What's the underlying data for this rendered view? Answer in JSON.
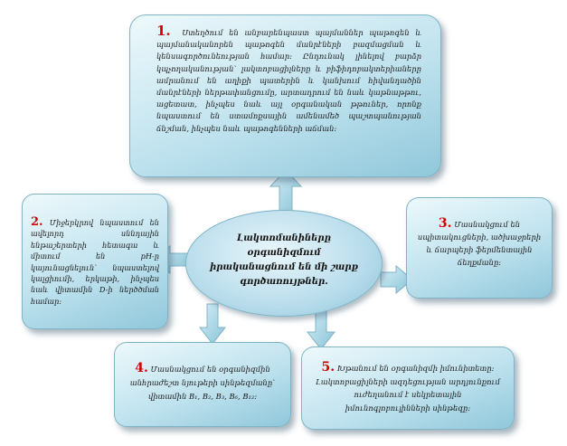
{
  "center": {
    "text": "Լակտոմանիները օրգանիզմում իրականացնում են մի շարք գործառույթներ."
  },
  "boxes": [
    {
      "num": "1.",
      "text": "Ստեղծում են անբարենպաստ պայմաններ պաթոգեն և պայմանականորեն պաթոգեն մանրէների բազմացման և կենսագործունեության համար: Ընդունակ լինելով բարձր կպչողականության՝ լակտոբացիլները և բիֆիդոբակտերիաները ամրանում են աղիքի պատերին և կանխում հիվանդածին մանրէների ներթափանցումը, արտադրում են նաև կաթնաթթու, ացետատ, ինչպես նաև այլ օրգանական թթուներ, որոնք նպաստում են ստամոքսային ամենամեծ պաշտպանության ճնշման, ինչպես նաև պաթոգենների աճման:"
    },
    {
      "num": "2.",
      "text": "Միջերկրով նպաստում են ավելորդ սննդային ենթաշերտերի հետագա և միտում են pH-ը կայունացնելուն՝ նպաստելով կալցիումի, երկաթի, ինչպես նաև վիտամին D-ի ներծծման համար:"
    },
    {
      "num": "3.",
      "text": "Մասնակցում են սպիտակուցների, ածխաջրերի և ճարպերի ֆերմենտային ճեղքմանը:"
    },
    {
      "num": "4.",
      "text": "Մասնակցում են օրգանիզմին անհրաժեշտ նյութերի սինթեզմանը՝ վիտամին B₁, B₂, B₃, B₆, B₁₂:"
    },
    {
      "num": "5.",
      "text": "Խթանում են օրգանիզմի իմունիտետը: Լակտոբացիլների ազդեցության արդյունքում ուժեղանում է սեկրետային իմունոգլոբուլինների սինթեզը:"
    }
  ],
  "colors": {
    "number": "#d40000",
    "arrow": "#a9d7e6"
  }
}
